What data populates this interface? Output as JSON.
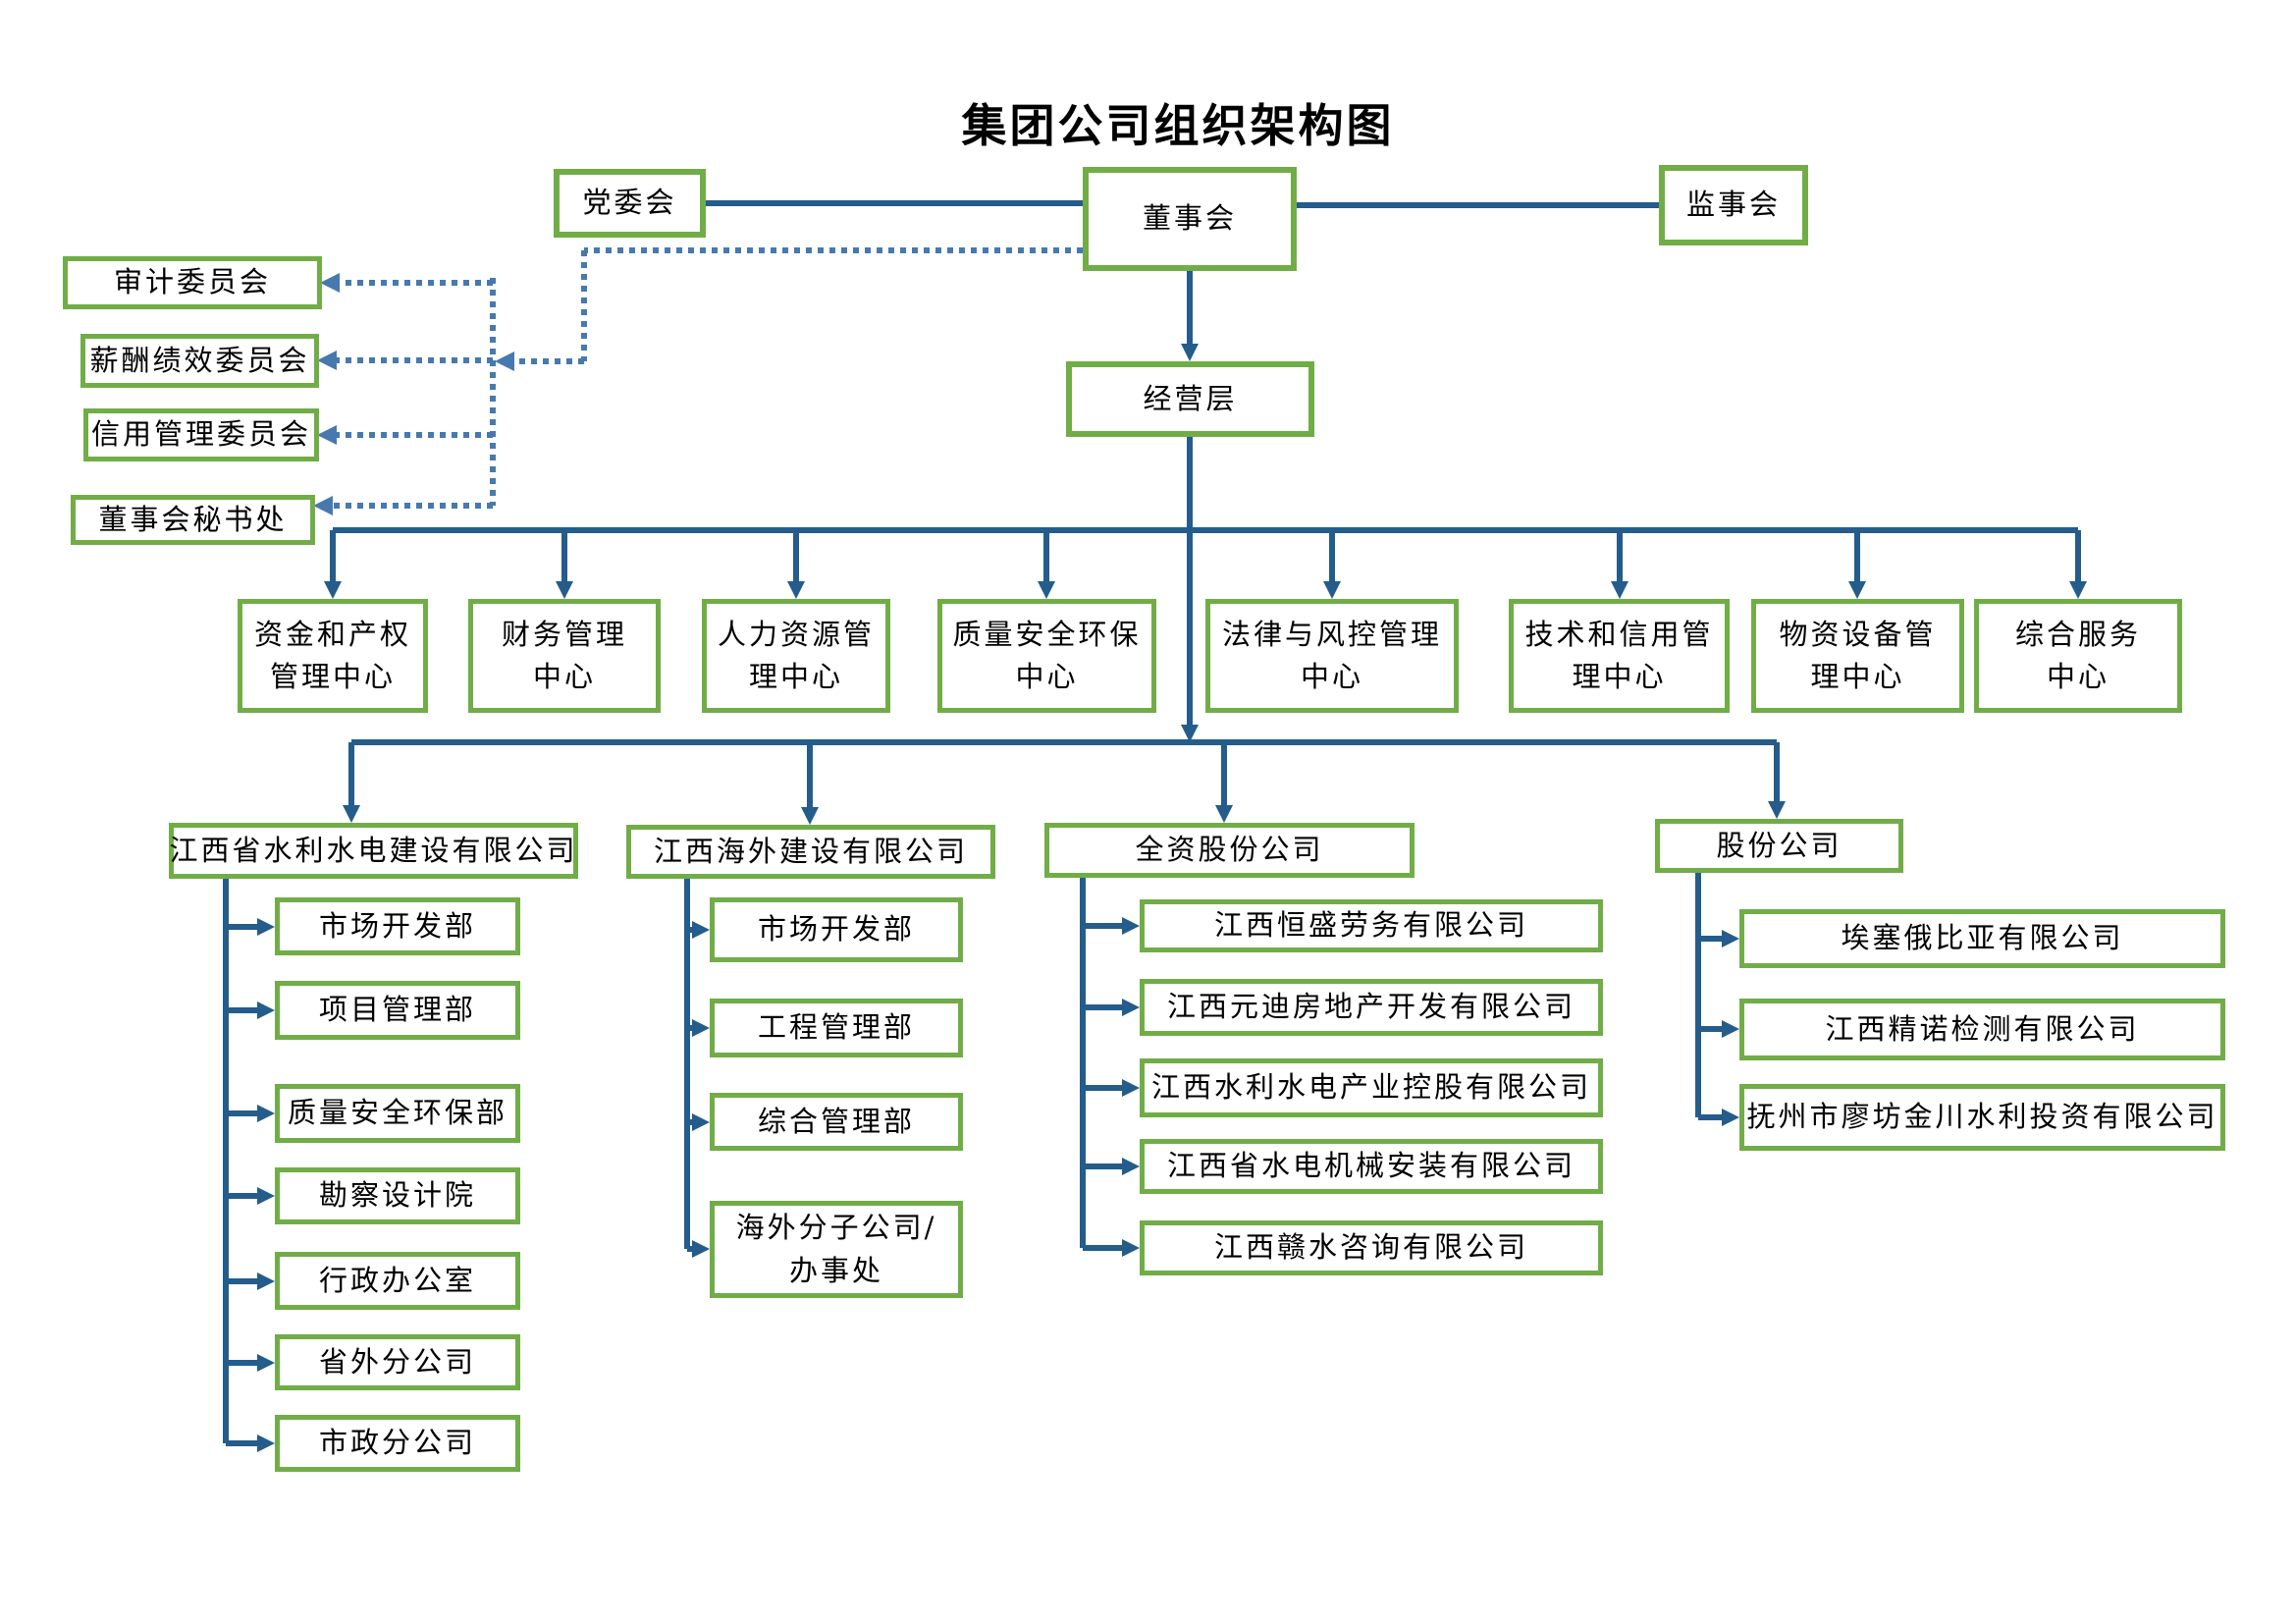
{
  "title": "集团公司组织架构图",
  "colors": {
    "box_border_green": "#71AD47",
    "solid_line_blue": "#245C8C",
    "dotted_line_blue": "#4779AE",
    "text": "#000000",
    "background": "#FFFFFF"
  },
  "top": {
    "party_committee": "党委会",
    "board": "董事会",
    "supervisory_board": "监事会",
    "management": "经营层"
  },
  "board_committees": [
    {
      "label": "审计委员会"
    },
    {
      "label": "薪酬绩效委员会"
    },
    {
      "label": "信用管理委员会"
    },
    {
      "label": "董事会秘书处"
    }
  ],
  "centers": [
    {
      "line1": "资金和产权",
      "line2": "管理中心"
    },
    {
      "line1": "财务管理",
      "line2": "中心"
    },
    {
      "line1": "人力资源管",
      "line2": "理中心"
    },
    {
      "line1": "质量安全环保",
      "line2": "中心"
    },
    {
      "line1": "法律与风控管理",
      "line2": "中心"
    },
    {
      "line1": "技术和信用管",
      "line2": "理中心"
    },
    {
      "line1": "物资设备管",
      "line2": "理中心"
    },
    {
      "line1": "综合服务",
      "line2": "中心"
    }
  ],
  "subsidiaries": [
    {
      "name": "江西省水利水电建设有限公司",
      "children": [
        {
          "line1": "市场开发部",
          "line2": ""
        },
        {
          "line1": "项目管理部",
          "line2": ""
        },
        {
          "line1": "质量安全环保部",
          "line2": ""
        },
        {
          "line1": "勘察设计院",
          "line2": ""
        },
        {
          "line1": "行政办公室",
          "line2": ""
        },
        {
          "line1": "省外分公司",
          "line2": ""
        },
        {
          "line1": "市政分公司",
          "line2": ""
        }
      ]
    },
    {
      "name": "江西海外建设有限公司",
      "children": [
        {
          "line1": "市场开发部",
          "line2": ""
        },
        {
          "line1": "工程管理部",
          "line2": ""
        },
        {
          "line1": "综合管理部",
          "line2": ""
        },
        {
          "line1": "海外分子公司/",
          "line2": "办事处"
        }
      ]
    },
    {
      "name": "全资股份公司",
      "children": [
        {
          "line1": "江西恒盛劳务有限公司",
          "line2": ""
        },
        {
          "line1": "江西元迪房地产开发有限公司",
          "line2": ""
        },
        {
          "line1": "江西水利水电产业控股有限公司",
          "line2": ""
        },
        {
          "line1": "江西省水电机械安装有限公司",
          "line2": ""
        },
        {
          "line1": "江西赣水咨询有限公司",
          "line2": ""
        }
      ]
    },
    {
      "name": "股份公司",
      "children": [
        {
          "line1": "埃塞俄比亚有限公司",
          "line2": ""
        },
        {
          "line1": "江西精诺检测有限公司",
          "line2": ""
        },
        {
          "line1": "抚州市廖坊金川水利投资有限公司",
          "line2": ""
        }
      ]
    }
  ]
}
